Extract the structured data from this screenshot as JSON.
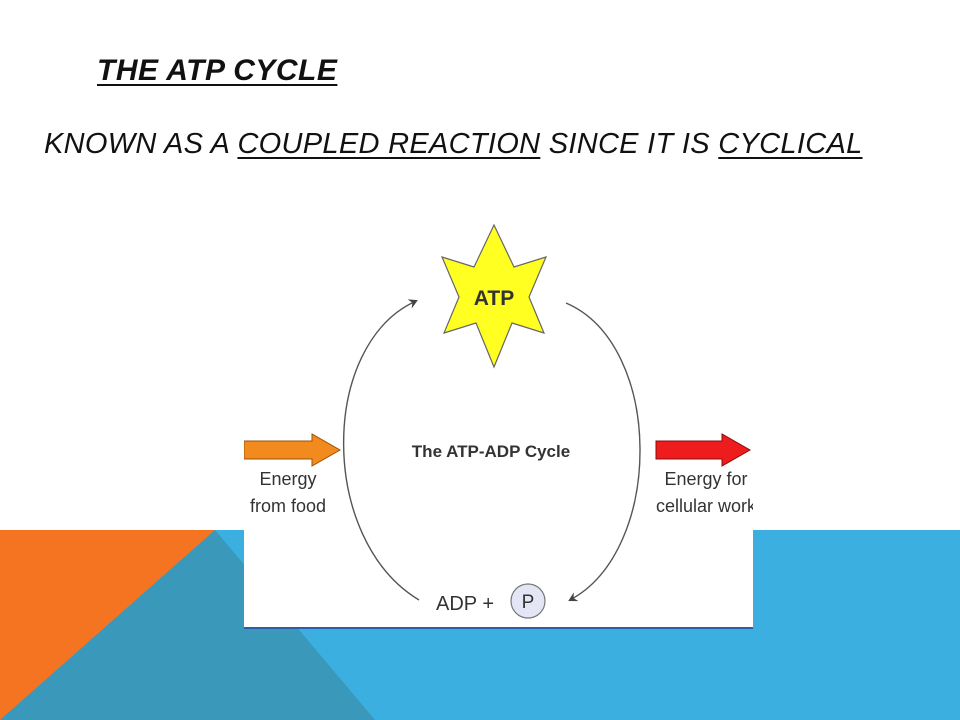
{
  "slide": {
    "title": "THE ATP CYCLE",
    "subtitle_prefix": "KNOWN AS A ",
    "subtitle_term1": "COUPLED REACTION",
    "subtitle_middle": " SINCE IT IS ",
    "subtitle_term2": "CYCLICAL"
  },
  "diagram": {
    "atp_label": "ATP",
    "cycle_label": "The ATP-ADP Cycle",
    "adp_label": "ADP +",
    "phosphate_label": "P",
    "input_line1": "Energy",
    "input_line2": "from food",
    "output_line1": "Energy for",
    "output_line2": "cellular work"
  },
  "colors": {
    "background_orange": "#f47421",
    "background_blue": "#3bb0e0",
    "background_teal": "#3a98ba",
    "star_fill": "#ffff22",
    "input_arrow": "#f28a1e",
    "output_arrow": "#ee1c1c",
    "phosphate_fill": "#e4e6f5"
  }
}
